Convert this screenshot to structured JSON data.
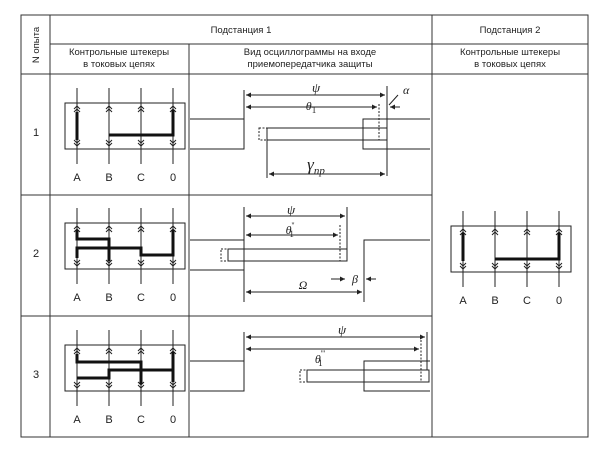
{
  "table": {
    "header": {
      "experiment_number": "N опыта",
      "substation_1": "Подстанция 1",
      "substation_2": "Подстанция 2",
      "plugs_line1": "Контрольные штекеры",
      "plugs_line2": "в токовых цепях",
      "oscillogram_line1": "Вид осциллограммы на входе",
      "oscillogram_line2": "приемопередатчика защиты",
      "plugs2_line1": "Контрольные штекеры",
      "plugs2_line2": "в токовых цепях"
    },
    "phase_labels": [
      "A",
      "B",
      "C",
      "0"
    ],
    "rows": [
      {
        "number": "1",
        "symbols": {
          "psi": "ψ",
          "theta": "θ",
          "theta_sub": "1",
          "alpha": "α",
          "gamma": "γ",
          "gamma_sub": "пр"
        }
      },
      {
        "number": "2",
        "symbols": {
          "psi": "ψ",
          "theta": "θ",
          "theta_sub": "1",
          "theta_sup": "''",
          "omega": "Ω",
          "beta": "β"
        }
      },
      {
        "number": "3",
        "symbols": {
          "psi": "ψ",
          "theta": "θ",
          "theta_sub": "1",
          "theta_sup": "'''"
        }
      }
    ]
  }
}
